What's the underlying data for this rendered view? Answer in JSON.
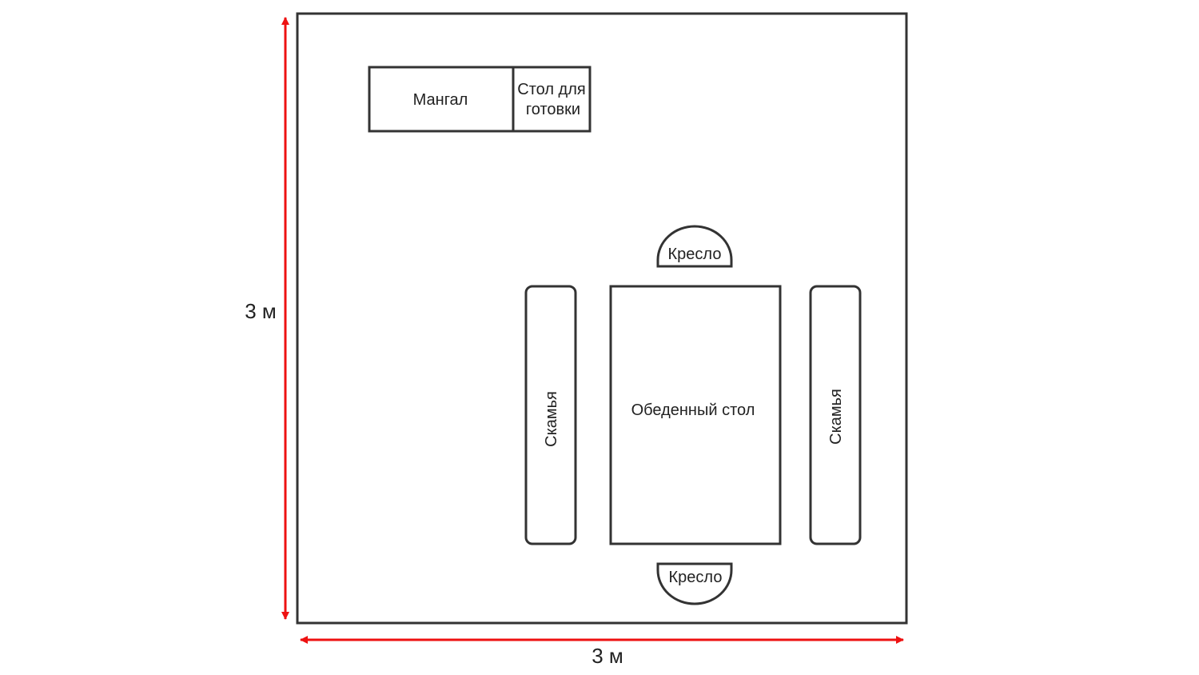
{
  "dimensions": {
    "height_label": "3 м",
    "width_label": "3 м",
    "arrow_color": "#ee1111"
  },
  "items": {
    "grill": "Мангал",
    "prep_table_line1": "Стол для",
    "prep_table_line2": "готовки",
    "chair_top": "Кресло",
    "chair_bottom": "Кресло",
    "dining_table": "Обеденный стол",
    "bench_left": "Скамья",
    "bench_right": "Скамья"
  }
}
